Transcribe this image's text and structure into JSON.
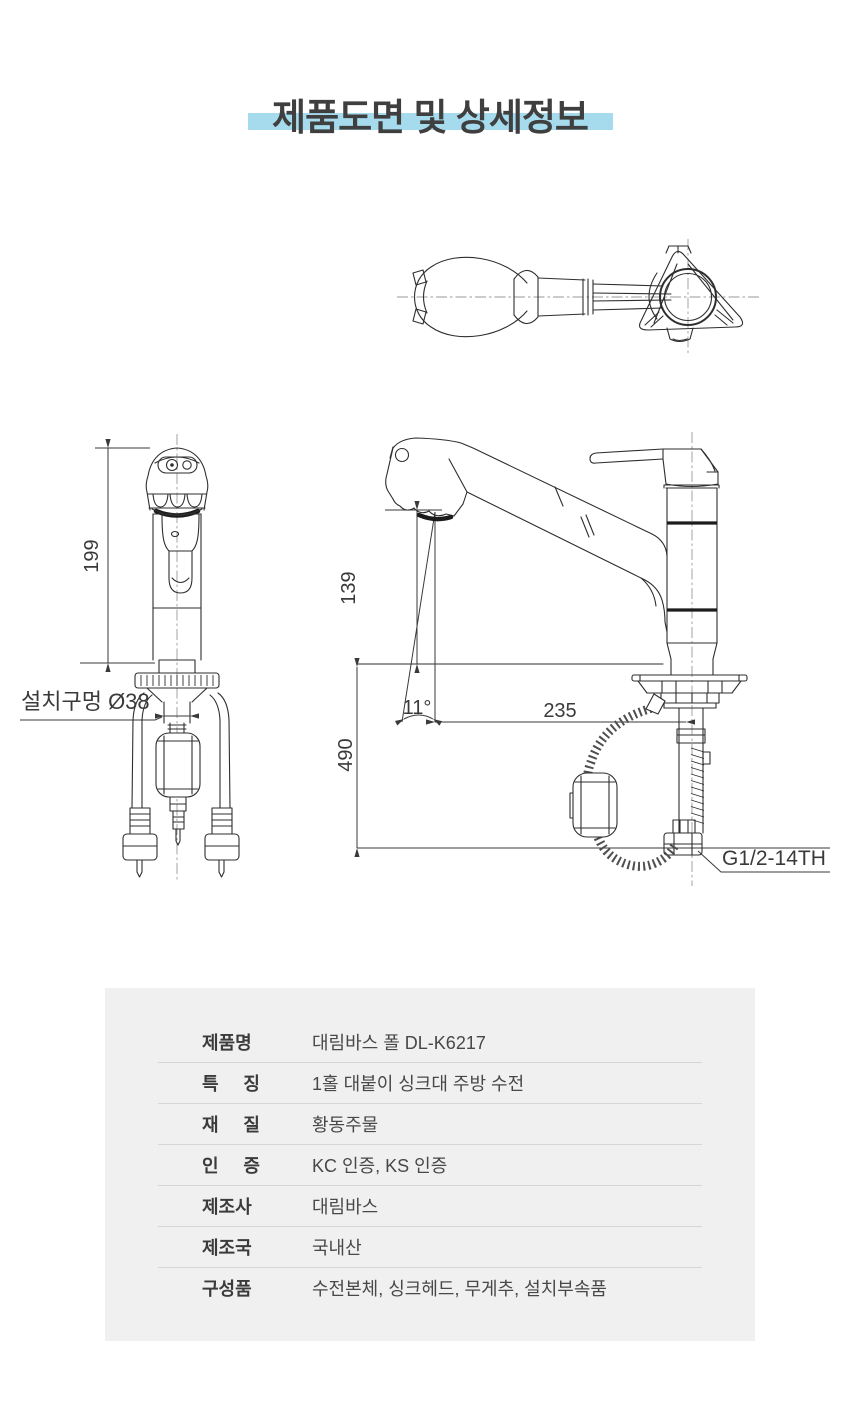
{
  "header": {
    "title": "제품도면 및 상세정보",
    "highlight_color": "#a6dbee"
  },
  "drawing": {
    "front_view": {
      "height_dim": "199",
      "hole_label": "설치구멍 Ø38"
    },
    "side_view": {
      "spout_height_dim": "139",
      "angle_dim": "11°",
      "reach_dim": "235",
      "hose_drop_dim": "490",
      "thread_label": "G1/2-14TH"
    }
  },
  "spec_table": {
    "rows": [
      {
        "label": "제품명",
        "value": "대림바스 폴 DL-K6217"
      },
      {
        "label": "특 징",
        "value": "1홀 대붙이 싱크대 주방 수전"
      },
      {
        "label": "재 질",
        "value": "황동주물"
      },
      {
        "label": "인 증",
        "value": "KC 인증, KS 인증"
      },
      {
        "label": "제조사",
        "value": "대림바스"
      },
      {
        "label": "제조국",
        "value": "국내산"
      },
      {
        "label": "구성품",
        "value": "수전본체, 싱크헤드, 무게추, 설치부속품"
      }
    ]
  }
}
